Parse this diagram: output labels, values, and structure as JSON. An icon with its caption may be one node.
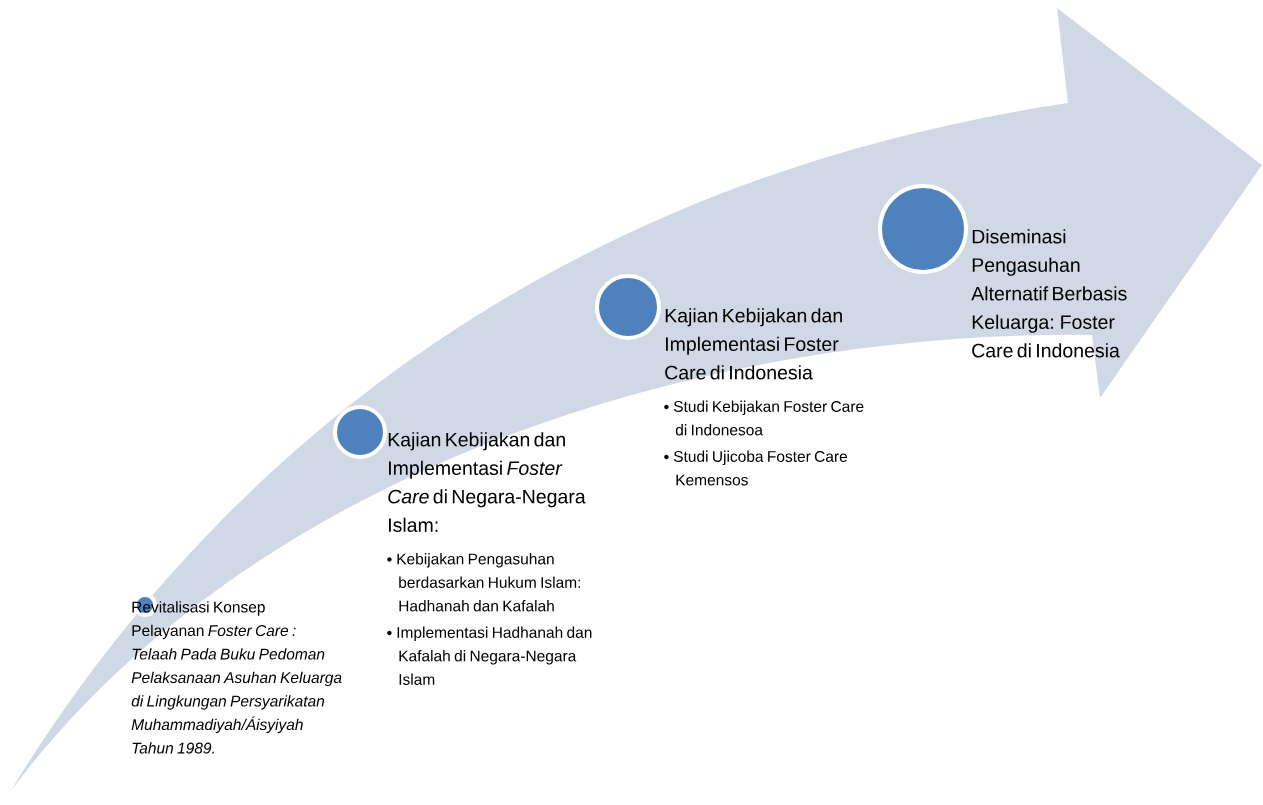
{
  "diagram": {
    "nodes": [
      {
        "text": [
          "Revitalisasi Konsep Pelayanan *Foster Care : Telaah Pada Buku Pedoman Pelaksanaan Asuhan Keluarga di Lingkungan Persyarikatan Muhammadiyah/Áisyiyah Tahun 1989.*"
        ]
      },
      {
        "text": [
          "Kajian Kebijakan dan Implementasi *Foster Care* di Negara-Negara Islam:",
          "Kebijakan Pengasuhan berdasarkan Hukum Islam: Hadhanah dan Kafalah",
          "Implementasi Hadhanah dan Kafalah di Negara-Negara Islam"
        ]
      },
      {
        "text": [
          "Kajian Kebijakan dan Implementasi Foster Care di Indonesia",
          "Studi Kebijakan Foster Care di Indonesoa",
          "Studi Ujicoba Foster Care Kemensos"
        ]
      },
      {
        "text": [
          "Diseminasi Pengasuhan Alternatif Berbasis Keluarga: Foster Care di Indonesia"
        ]
      }
    ]
  }
}
